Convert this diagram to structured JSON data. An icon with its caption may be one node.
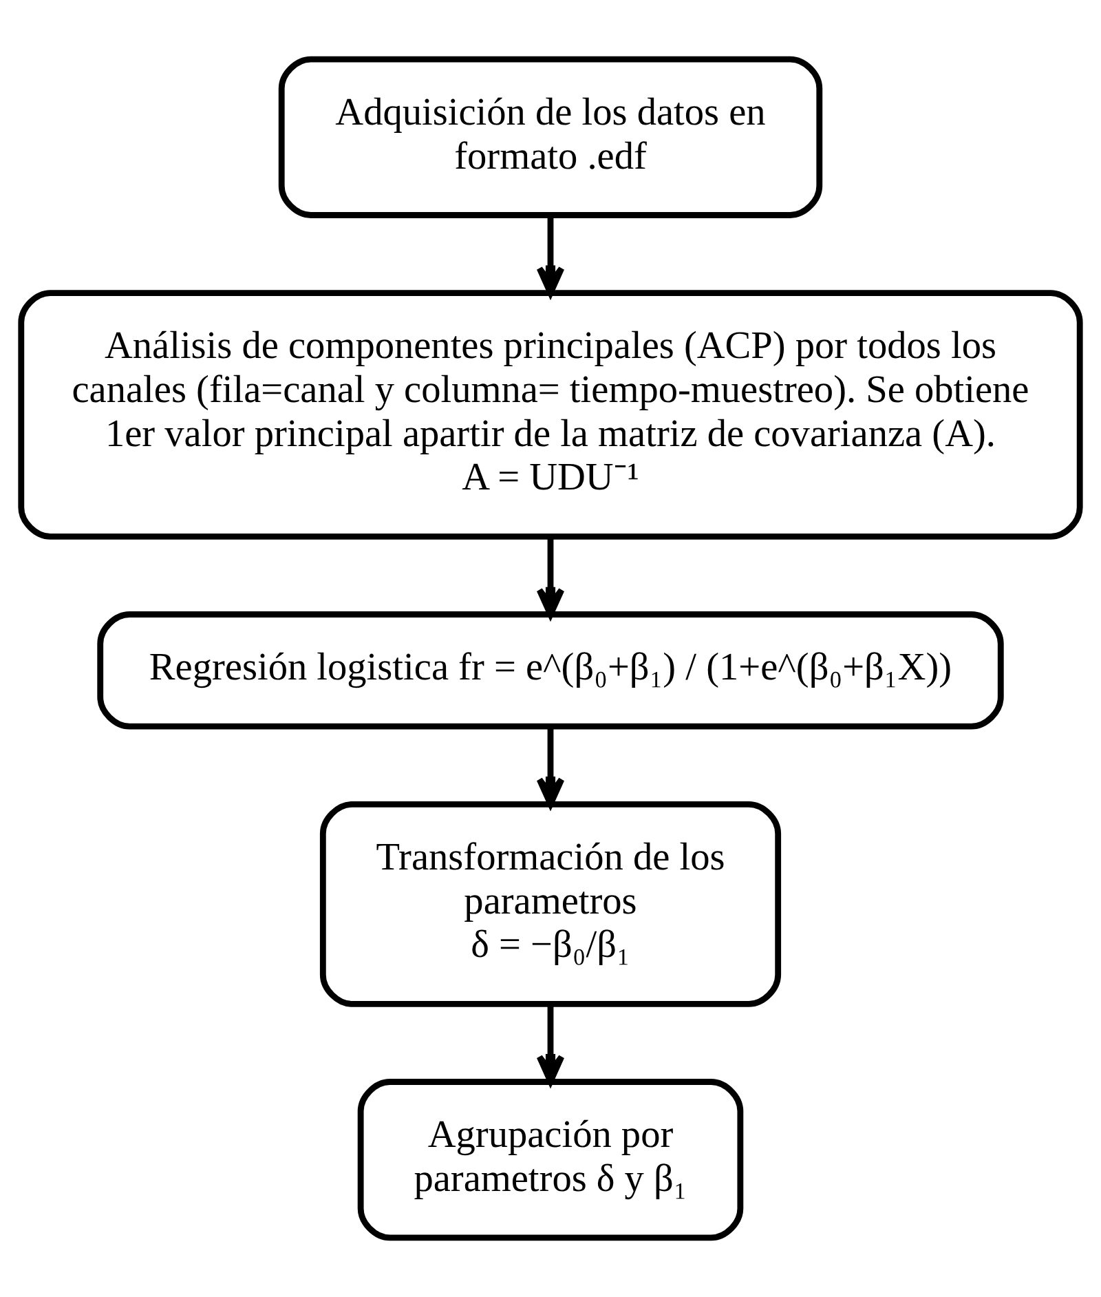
{
  "diagram": {
    "nodes": [
      {
        "text": [
          "Adquisición de los datos en formato .edf"
        ]
      },
      {
        "text": [
          "Análisis de componentes principales (ACP) por todos los canales (fila=canal y columna= tiempo-muestreo). Se obtiene 1er valor principal apartir de la matriz de covarianza (A).",
          "A = UDU⁻¹"
        ]
      },
      {
        "text": [
          "Regresión logistica fr = e^(β₀+β₁) / (1+e^(β₀+β₁X))"
        ]
      },
      {
        "text": [
          "Transformación de los parametros",
          "δ = −β₀/β₁"
        ]
      },
      {
        "text": [
          "Agrupación por parametros δ y β₁"
        ]
      }
    ],
    "edges": [
      {
        "from": 0,
        "to": 1,
        "arrow": "to"
      },
      {
        "from": 1,
        "to": 2,
        "arrow": "to"
      },
      {
        "from": 2,
        "to": 3,
        "arrow": "to"
      },
      {
        "from": 3,
        "to": 4,
        "arrow": "to"
      }
    ]
  }
}
